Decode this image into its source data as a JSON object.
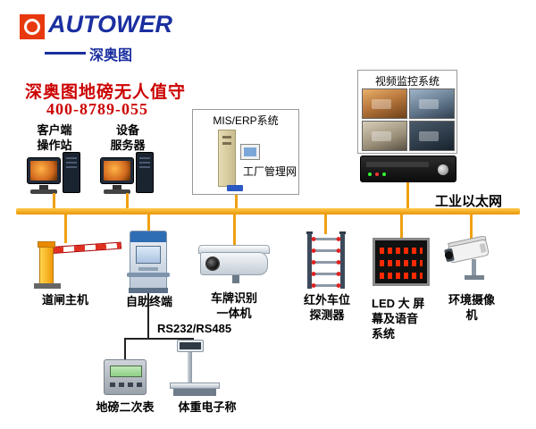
{
  "logo": {
    "brand": "AUTOWER",
    "brand_cn": "深奥图"
  },
  "header": {
    "title": "深奥图地磅无人值守",
    "phone": "400-8789-055"
  },
  "bus": {
    "label": "工业以太网"
  },
  "top_nodes": {
    "client_station": "客户端\n操作站",
    "device_server": "设备\n服务器",
    "mis_erp": {
      "title": "MIS/ERP系统",
      "subnet": "工厂管理网"
    },
    "video": {
      "title": "视频监控系统"
    }
  },
  "bottom_nodes": {
    "barrier": "道闸主机",
    "kiosk": "自助终端",
    "lpr": "车牌识别\n一体机",
    "ir": "红外车位\n探测器",
    "led": "LED 大 屏\n幕及语音\n系统",
    "envcam": "环境摄像\n机",
    "serial": "RS232/RS485",
    "meter": "地磅二次表",
    "scale": "体重电子称"
  },
  "colors": {
    "bus": "#efa012",
    "accent_red": "#cc0000",
    "logo_blue": "#1b2fa0",
    "logo_red": "#e8380d"
  }
}
